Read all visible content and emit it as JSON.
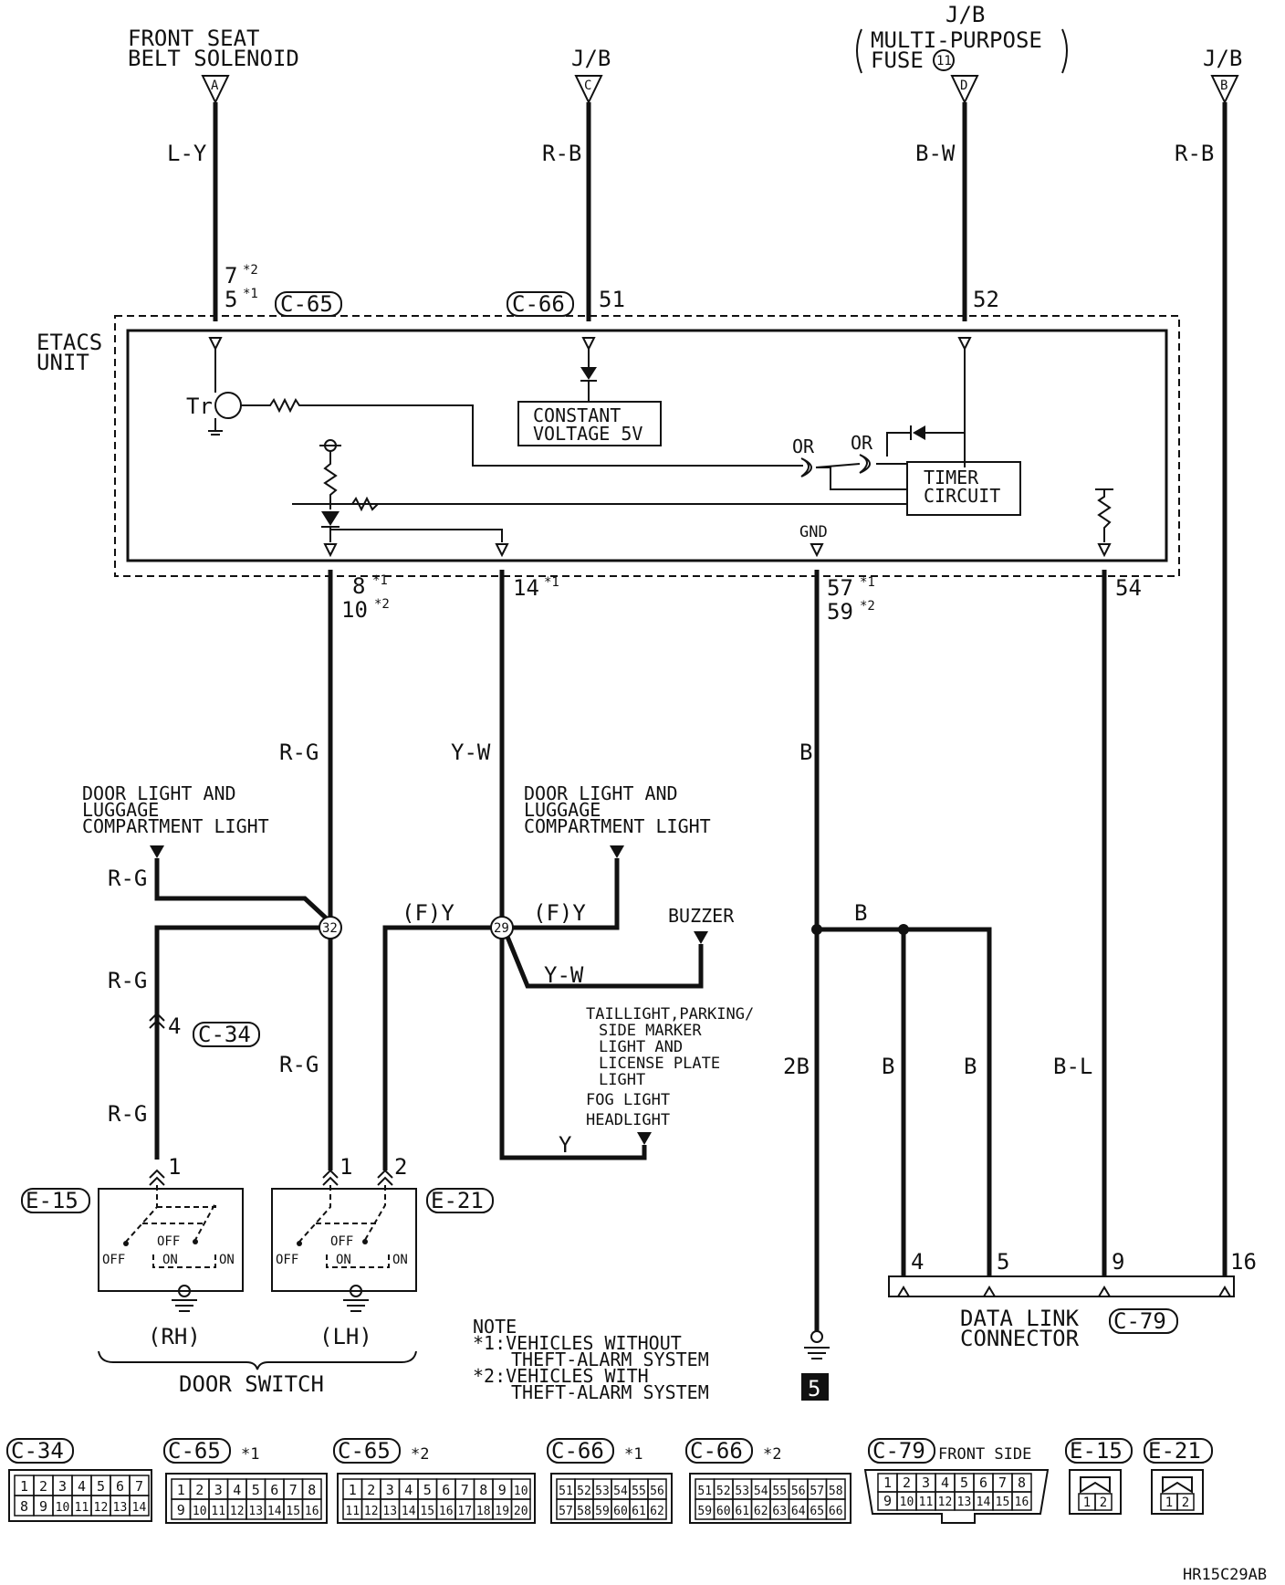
{
  "top_connectors": [
    {
      "text_line1": "FRONT SEAT",
      "text_line2": "BELT SOLENOID",
      "letter": "A",
      "wire": "L-Y"
    },
    {
      "text_line1": "J/B",
      "letter": "C",
      "wire": "R-B"
    },
    {
      "text_line1": "J/B",
      "text_line2": "MULTI-PURPOSE",
      "text_line3": "FUSE",
      "fuse_no": "11",
      "letter": "D",
      "wire": "B-W"
    },
    {
      "text_line1": "J/B",
      "letter": "B",
      "wire": "R-B"
    }
  ],
  "etacs": {
    "title_line1": "ETACS",
    "title_line2": "UNIT",
    "c65_label": "C-65",
    "c66_label": "C-66",
    "pin_a_top": "7",
    "pin_a_top_note": "*2",
    "pin_a_bottom": "5",
    "pin_a_bottom_note": "*1",
    "pin_51": "51",
    "pin_52": "52",
    "tr_label": "Tr",
    "const_line1": "CONSTANT",
    "const_line2": "VOLTAGE 5V",
    "or1": "OR",
    "or2": "OR",
    "timer_line1": "TIMER",
    "timer_line2": "CIRCUIT",
    "gnd": "GND",
    "pin_8": "8",
    "pin_8_note": "*1",
    "pin_10": "10",
    "pin_10_note": "*2",
    "pin_14": "14",
    "pin_14_note": "*1",
    "pin_57": "57",
    "pin_57_note": "*1",
    "pin_59": "59",
    "pin_59_note": "*2",
    "pin_54": "54"
  },
  "wires": {
    "rg": "R-G",
    "yw": "Y-W",
    "b": "B",
    "fy": "(F)Y",
    "y": "Y",
    "two_b": "2B",
    "bl": "B-L"
  },
  "loads": {
    "door_light_1": "DOOR LIGHT AND",
    "door_light_2": "LUGGAGE",
    "door_light_3": "COMPARTMENT LIGHT",
    "buzzer": "BUZZER",
    "lights_1": "TAILLIGHT,PARKING/",
    "lights_2": "SIDE MARKER",
    "lights_3": "LIGHT AND",
    "lights_4": "LICENSE PLATE",
    "lights_5": "LIGHT",
    "lights_6": "FOG LIGHT",
    "lights_7": "HEADLIGHT"
  },
  "junctions": {
    "j32": "32",
    "j29": "29"
  },
  "door_switch": {
    "c34": "C-34",
    "c34_pin": "4",
    "e15": "E-15",
    "e21": "E-21",
    "pin1": "1",
    "pin2": "2",
    "off": "OFF",
    "on": "ON",
    "rh": "(RH)",
    "lh": "(LH)",
    "title": "DOOR SWITCH"
  },
  "dlc": {
    "pins": [
      "4",
      "5",
      "9",
      "16"
    ],
    "title_line1": "DATA LINK",
    "title_line2": "CONNECTOR",
    "label": "C-79"
  },
  "note": {
    "title": "NOTE",
    "n1_line1": "*1:VEHICLES WITHOUT",
    "n1_line2": "THEFT-ALARM SYSTEM",
    "n2_line1": "*2:VEHICLES WITH",
    "n2_line2": "THEFT-ALARM SYSTEM",
    "ground_no": "5"
  },
  "connector_views": {
    "c34": {
      "label": "C-34",
      "row1": [
        "1",
        "2",
        "3",
        "4",
        "5",
        "6",
        "7"
      ],
      "row2": [
        "8",
        "9",
        "10",
        "11",
        "12",
        "13",
        "14"
      ]
    },
    "c65a": {
      "label": "C-65",
      "note": "*1",
      "row1": [
        "1",
        "2",
        "3",
        "4",
        "5",
        "6",
        "7",
        "8"
      ],
      "row2": [
        "9",
        "10",
        "11",
        "12",
        "13",
        "14",
        "15",
        "16"
      ]
    },
    "c65b": {
      "label": "C-65",
      "note": "*2",
      "row1": [
        "1",
        "2",
        "3",
        "4",
        "5",
        "6",
        "7",
        "8",
        "9",
        "10"
      ],
      "row2": [
        "11",
        "12",
        "13",
        "14",
        "15",
        "16",
        "17",
        "18",
        "19",
        "20"
      ]
    },
    "c66a": {
      "label": "C-66",
      "note": "*1",
      "row1": [
        "51",
        "52",
        "53",
        "54",
        "55",
        "56"
      ],
      "row2": [
        "57",
        "58",
        "59",
        "60",
        "61",
        "62"
      ]
    },
    "c66b": {
      "label": "C-66",
      "note": "*2",
      "row1": [
        "51",
        "52",
        "53",
        "54",
        "55",
        "56",
        "57",
        "58"
      ],
      "row2": [
        "59",
        "60",
        "61",
        "62",
        "63",
        "64",
        "65",
        "66"
      ]
    },
    "c79": {
      "label": "C-79",
      "side": "FRONT SIDE",
      "row1": [
        "1",
        "2",
        "3",
        "4",
        "5",
        "6",
        "7",
        "8"
      ],
      "row2": [
        "9",
        "10",
        "11",
        "12",
        "13",
        "14",
        "15",
        "16"
      ]
    },
    "e15": {
      "label": "E-15",
      "pins": [
        "1",
        "2"
      ]
    },
    "e21": {
      "label": "E-21",
      "pins": [
        "1",
        "2"
      ]
    }
  },
  "figure_code": "HR15C29AB"
}
